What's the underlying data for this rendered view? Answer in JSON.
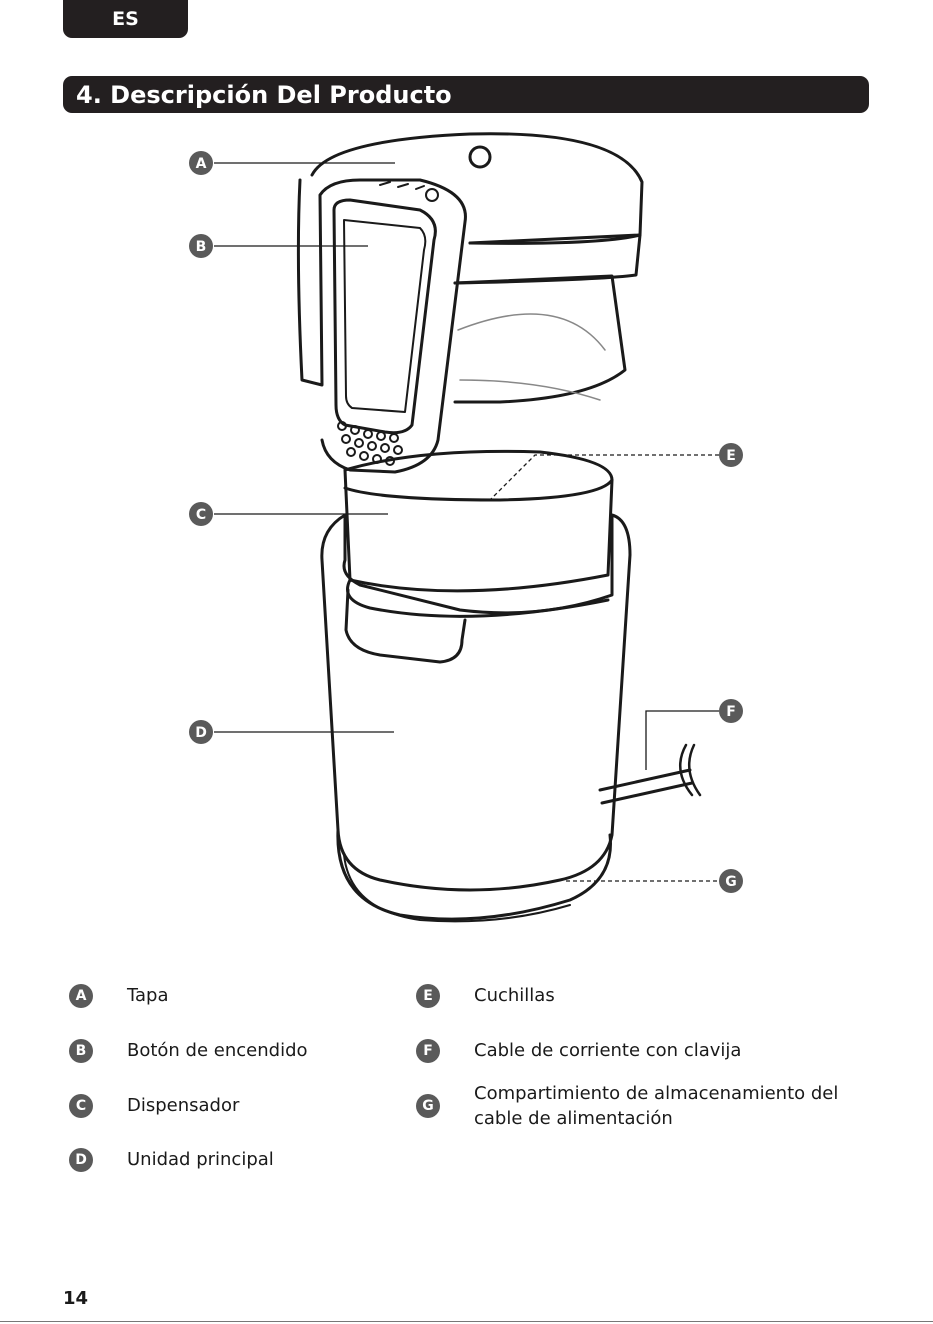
{
  "header": {
    "language_tab": "ES"
  },
  "section": {
    "title": "4. Descripción Del Producto"
  },
  "callouts": {
    "a": "A",
    "b": "B",
    "c": "C",
    "d": "D",
    "e": "E",
    "f": "F",
    "g": "G"
  },
  "legend": [
    {
      "letter": "A",
      "label": "Tapa"
    },
    {
      "letter": "B",
      "label": "Botón de encendido"
    },
    {
      "letter": "C",
      "label": "Dispensador"
    },
    {
      "letter": "D",
      "label": "Unidad principal"
    },
    {
      "letter": "E",
      "label": "Cuchillas"
    },
    {
      "letter": "F",
      "label": "Cable de corriente con clavija"
    },
    {
      "letter": "G",
      "label_line1": "Compartimiento de almacenamiento del",
      "label_line2": "cable de alimentación"
    }
  ],
  "footer": {
    "page_number": "14"
  },
  "colors": {
    "dark_bar": "#231f20",
    "badge": "#5a5a5a",
    "line_art": "#1a1a1a"
  }
}
